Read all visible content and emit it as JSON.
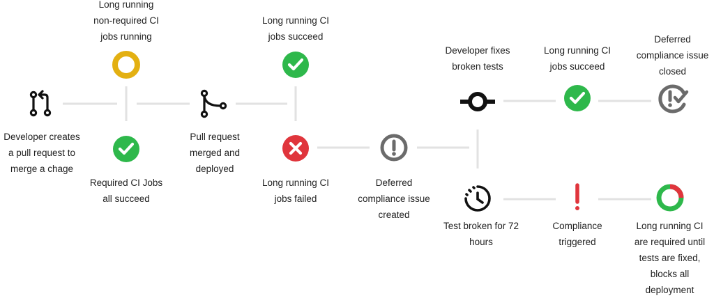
{
  "colors": {
    "green": "#2eb84b",
    "red": "#e0353c",
    "yellow": "#e3b012",
    "gray": "#6b6b6b",
    "black": "#111111",
    "connector": "#e2e2e2"
  },
  "nodes": {
    "pr_created": {
      "icon": "pull-request-icon",
      "label": "Developer creates\na pull request to\nmerge a chage"
    },
    "nonreq_running": {
      "icon": "in-progress-ring-icon",
      "label": "Long running\nnon-required CI\njobs running"
    },
    "req_succeed": {
      "icon": "check-circle-icon",
      "label": "Required CI Jobs\nall succeed"
    },
    "merged": {
      "icon": "git-merge-icon",
      "label": "Pull request\nmerged and\ndeployed"
    },
    "long_succeed_1": {
      "icon": "check-circle-icon",
      "label": "Long running CI\njobs succeed"
    },
    "long_failed": {
      "icon": "x-circle-icon",
      "label": "Long running CI\njobs failed"
    },
    "compliance_created": {
      "icon": "exclamation-circle-icon",
      "label": "Deferred\ncompliance issue\ncreated"
    },
    "dev_fixes": {
      "icon": "git-commit-icon",
      "label": "Developer fixes\nbroken tests"
    },
    "long_succeed_2": {
      "icon": "check-circle-icon",
      "label": "Long running CI\njobs succeed"
    },
    "compliance_closed": {
      "icon": "resolved-issue-icon",
      "label": "Deferred\ncompliance issue\nclosed"
    },
    "test_broken": {
      "icon": "clock-icon",
      "label": "Test broken for 72\nhours"
    },
    "compliance_triggered": {
      "icon": "exclamation-icon",
      "label": "Compliance\ntriggered"
    },
    "required_until_fixed": {
      "icon": "partial-ring-icon",
      "label": "Long running CI\nare required until\ntests are fixed,\nblocks all\ndeployment"
    }
  }
}
